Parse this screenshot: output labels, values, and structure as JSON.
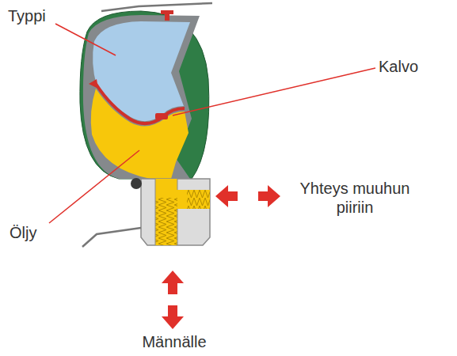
{
  "diagram": {
    "labels": [
      "Typpi",
      "Kalvo",
      "Öljy",
      "Yhteys muuhun piiriin",
      "Männälle"
    ]
  }
}
